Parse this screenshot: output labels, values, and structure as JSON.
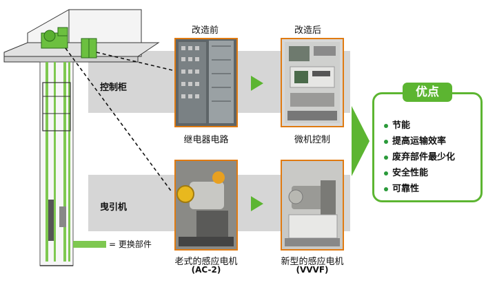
{
  "header": {
    "before": "改造前",
    "after": "改造后"
  },
  "rows": [
    {
      "label": "控制柜",
      "before_caption": "继电器电路",
      "after_caption": "微机控制"
    },
    {
      "label": "曳引机",
      "before_caption": "老式的感应电机",
      "before_sub": "(AC-2)",
      "after_caption": "新型的感应电机",
      "after_sub": "(VVVF)"
    }
  ],
  "legend": {
    "text": "= 更换部件",
    "color": "#7ec850"
  },
  "advantages": {
    "title": "优点",
    "items": [
      "节能",
      "提高运输效率",
      "废弃部件最少化",
      "安全性能",
      "可靠性"
    ]
  },
  "colors": {
    "accent": "#5cb531",
    "photo_border": "#e07a10",
    "band": "#d6d6d6"
  }
}
